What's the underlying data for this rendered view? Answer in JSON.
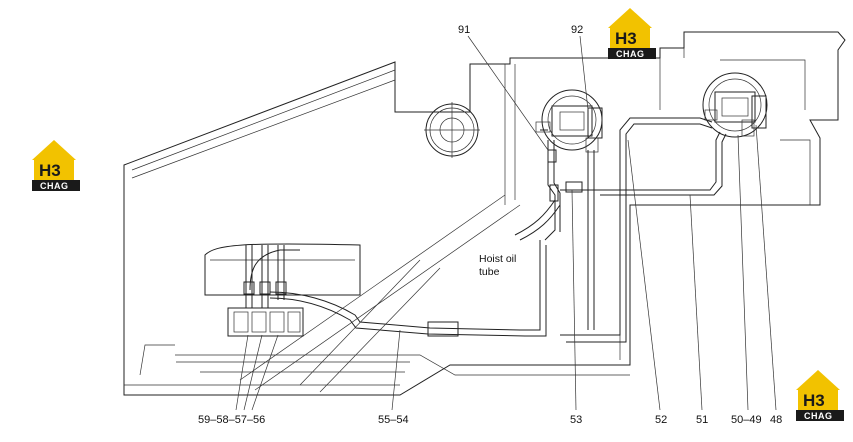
{
  "logos": [
    {
      "id": "logo-top",
      "letters": "H3",
      "word": "CHAG"
    },
    {
      "id": "logo-left",
      "letters": "H3",
      "word": "CHAG"
    },
    {
      "id": "logo-bottom-right",
      "letters": "H3",
      "word": "CHAG"
    }
  ],
  "callouts": {
    "c91": "91",
    "c92": "92",
    "c59_56": "59–58–57–56",
    "c55_54": "55–54",
    "c53": "53",
    "c52": "52",
    "c51": "51",
    "c50_49": "50–49",
    "c48": "48"
  },
  "annotation": {
    "line1": "Hoist oil",
    "line2": "tube"
  },
  "colors": {
    "line": "#222222",
    "logo_yellow": "#f2c200",
    "logo_dark": "#1a1a1a"
  }
}
